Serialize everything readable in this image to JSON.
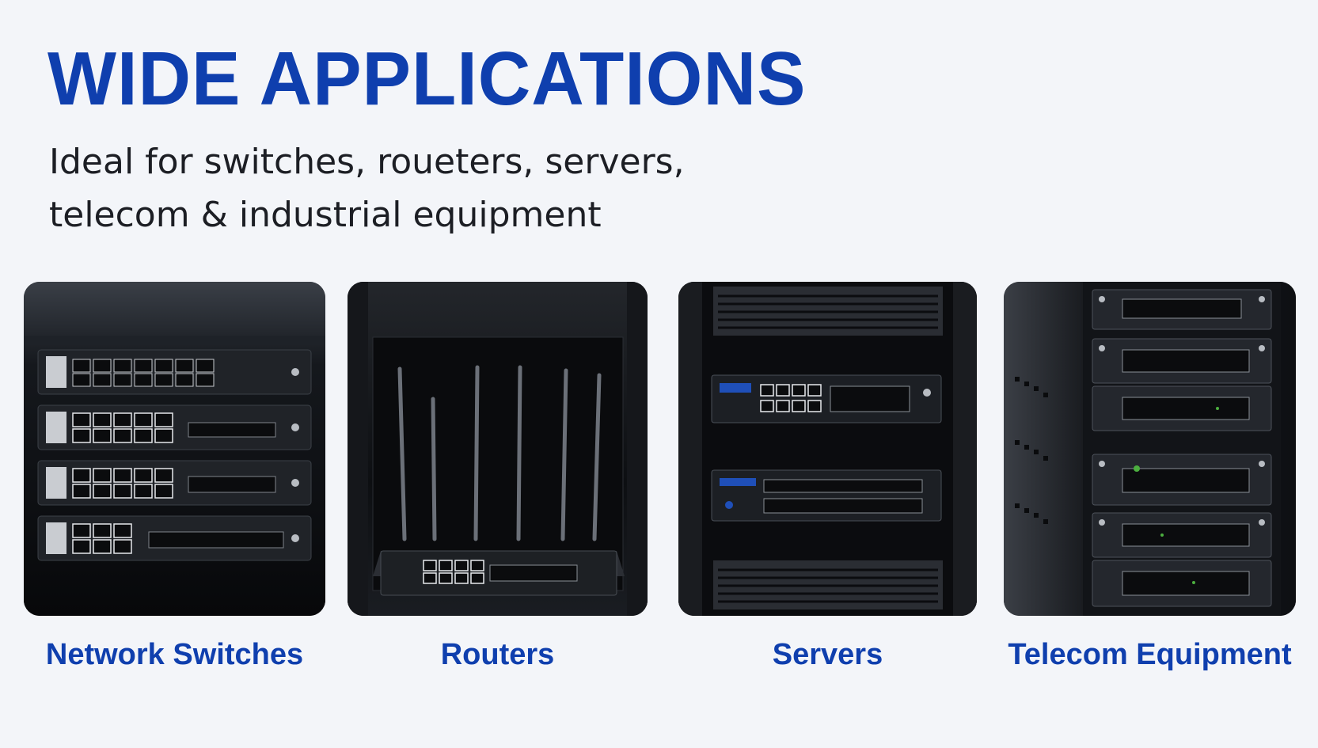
{
  "headline": "WIDE APPLICATIONS",
  "subtitle": {
    "line1": "Ideal for switches, roueters, servers,",
    "line2": "telecom & industrial equipment"
  },
  "cards": [
    {
      "caption": "Network Switches",
      "icon": "network-switch-rack-photo"
    },
    {
      "caption": "Routers",
      "icon": "router-with-antennas-photo"
    },
    {
      "caption": "Servers",
      "icon": "server-rack-photo"
    },
    {
      "caption": "Telecom Equipment",
      "icon": "telecom-chassis-photo"
    }
  ],
  "colors": {
    "accent": "#0f3fae",
    "text": "#1c1e24",
    "background": "#f3f5f9",
    "hardware_dark": "#0c0e12"
  }
}
